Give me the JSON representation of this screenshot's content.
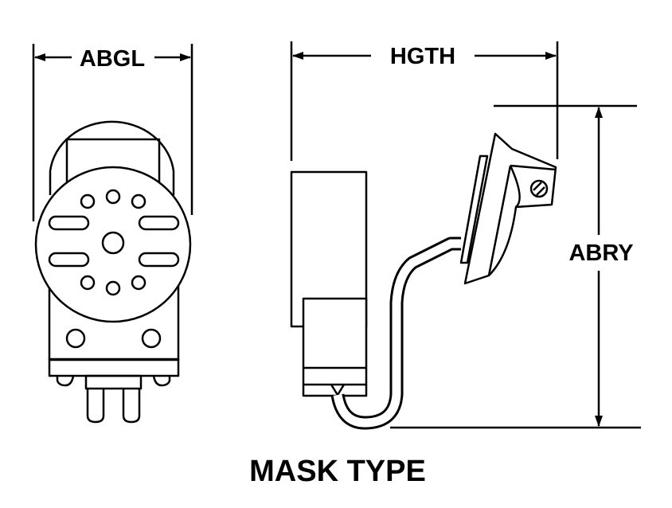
{
  "labels": {
    "width_dim": "ABGL",
    "length_dim": "HGTH",
    "height_dim": "ABRY",
    "title": "MASK TYPE"
  },
  "colors": {
    "line": "#000000",
    "background": "#ffffff"
  }
}
